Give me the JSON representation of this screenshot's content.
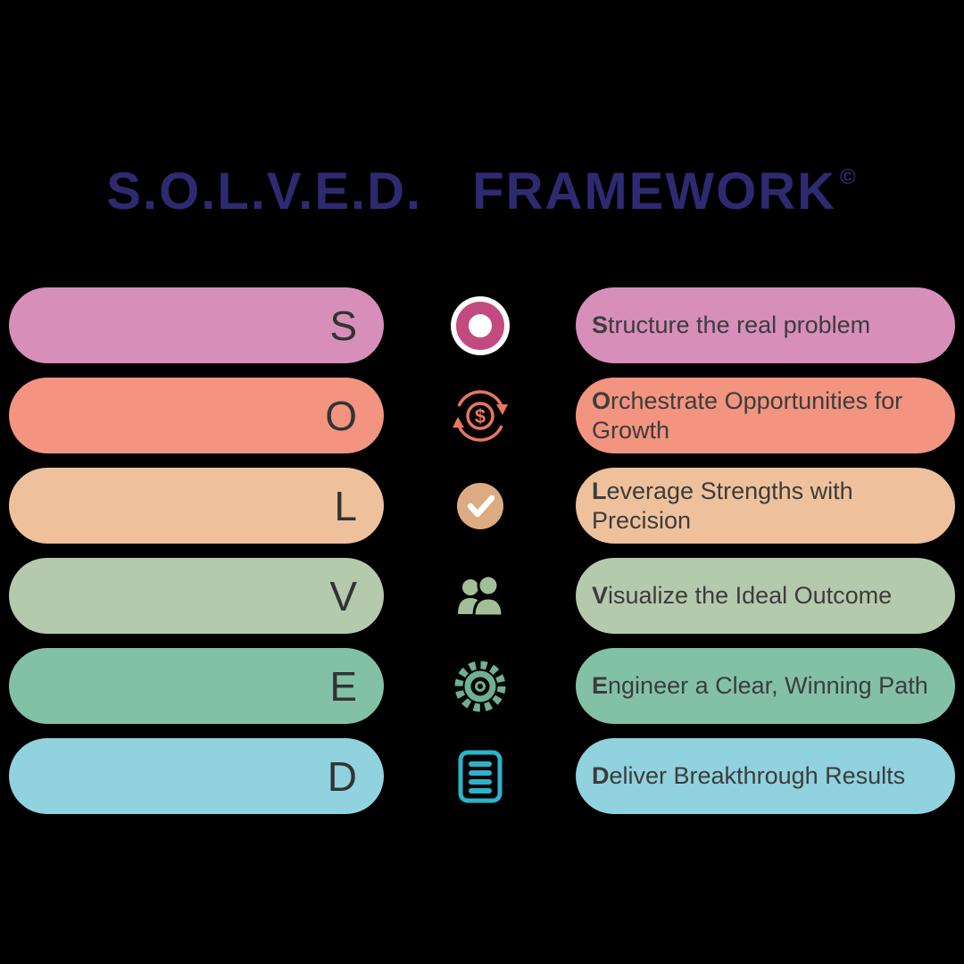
{
  "background": "#000000",
  "title": {
    "left": "S.O.L.V.E.D.",
    "right": "FRAMEWORK",
    "copyright": "©",
    "color": "#2e2a72"
  },
  "rows": [
    {
      "letter": "S",
      "lead": "S",
      "rest": "tructure the real problem",
      "bar_color": "#d78fba",
      "icon": "target-icon",
      "icon_color": "#c24a7f"
    },
    {
      "letter": "O",
      "lead": "O",
      "rest": "rchestrate Opportunities for Growth",
      "bar_color": "#f29480",
      "icon": "dollar-cycle-icon",
      "icon_color": "#e8765e"
    },
    {
      "letter": "L",
      "lead": "L",
      "rest": "everage Strengths with Precision",
      "bar_color": "#eec19c",
      "icon": "check-circle-icon",
      "icon_color": "#dcab82"
    },
    {
      "letter": "V",
      "lead": "V",
      "rest": "isualize the Ideal Outcome",
      "bar_color": "#b5c9ad",
      "icon": "people-icon",
      "icon_color": "#a2bf97"
    },
    {
      "letter": "E",
      "lead": "E",
      "rest": "ngineer a Clear, Winning Path",
      "bar_color": "#83c1a7",
      "icon": "gear-icon",
      "icon_color": "#6fb092"
    },
    {
      "letter": "D",
      "lead": "D",
      "rest": "eliver Breakthrough Results",
      "bar_color": "#90d2de",
      "icon": "document-icon",
      "icon_color": "#2eb2c9"
    }
  ]
}
